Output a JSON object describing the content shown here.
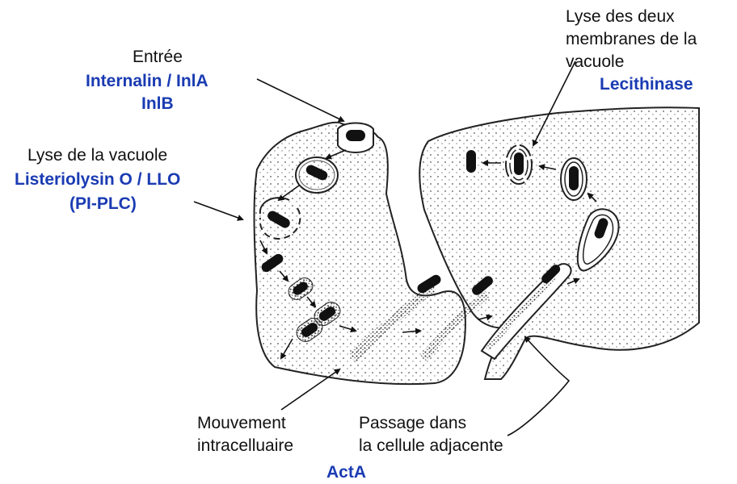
{
  "colors": {
    "label": "#111111",
    "protein": "#1a3bb3",
    "bacterium": "#111111",
    "membrane": "#222222"
  },
  "labels": {
    "entry": "Entrée",
    "entry_proteins": [
      "Internalin / InlA",
      "InlB"
    ],
    "vacuole_lysis": "Lyse de la vacuole",
    "vacuole_lysis_proteins": [
      "Listeriolysin O / LLO",
      "(PI-PLC)"
    ],
    "double_membrane_lysis": [
      "Lyse des deux",
      "membranes de la",
      "vacuole"
    ],
    "double_membrane_protein": "Lecithinase",
    "movement": [
      "Mouvement",
      "intracelluaire"
    ],
    "movement_protein": "ActA",
    "passage": [
      "Passage dans",
      "la cellule adjacente"
    ]
  }
}
